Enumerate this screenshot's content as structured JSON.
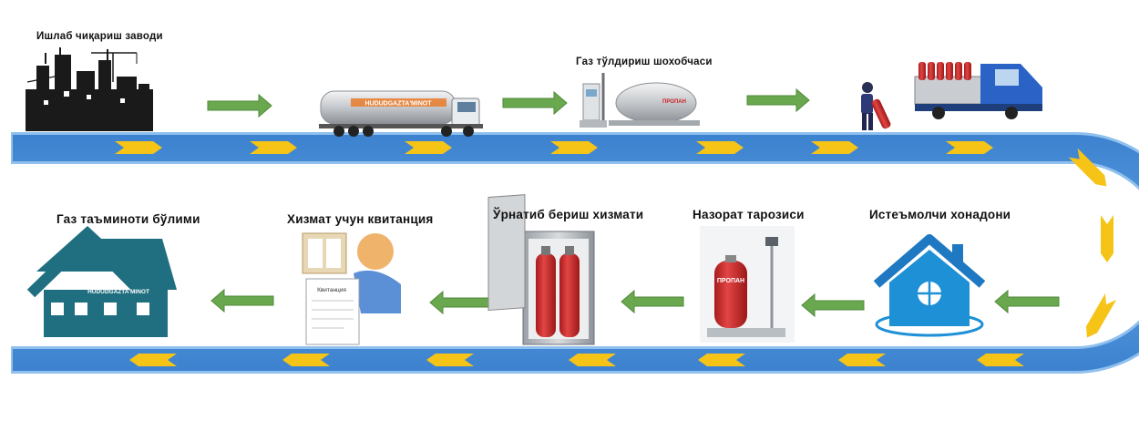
{
  "colors": {
    "pipe_fill": "#4a90d9",
    "pipe_edge": "#7bb0e6",
    "chevron": "#f6c417",
    "flow_arrow": "#6aa84f",
    "house_teal": "#1f6f80",
    "house_blue": "#1e90d6",
    "cylinder_red": "#d62f2f"
  },
  "flow": {
    "top_row": [
      {
        "id": "factory",
        "label": "Ишлаб чиқариш заводи",
        "icon": "factory-icon"
      },
      {
        "id": "tanker",
        "label": "",
        "icon": "tanker-truck-icon",
        "truck_text": "HUDUDGAZTA'MINOT"
      },
      {
        "id": "filling",
        "label": "Газ тўлдириш шохобчаси",
        "icon": "gas-filling-station-icon",
        "tank_text": "ПРОПАН"
      },
      {
        "id": "delivery",
        "label": "",
        "icon": "cylinder-delivery-truck-icon"
      }
    ],
    "bottom_row": [
      {
        "id": "consumer",
        "label": "Истеъмолчи хонадони",
        "icon": "consumer-home-icon"
      },
      {
        "id": "scale",
        "label": "Назорат тарозиси",
        "icon": "control-scale-icon",
        "cylinder_text": "ПРОПАН"
      },
      {
        "id": "install",
        "label": "Ўрнатиб бериш хизмати",
        "icon": "installation-cabinet-icon"
      },
      {
        "id": "receipt",
        "label": "Хизмат учун квитанция",
        "icon": "receipt-icon",
        "receipt_text": "Квитанция"
      },
      {
        "id": "office",
        "label": "Газ таъминоти бўлими",
        "icon": "gas-office-icon",
        "sign_text": "HUDUDGAZTA'MINOT"
      }
    ]
  }
}
